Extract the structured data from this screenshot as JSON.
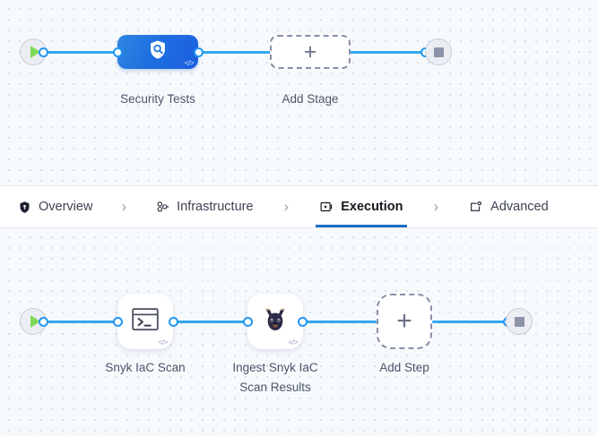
{
  "theme": {
    "canvas_bg": "#f7fafd",
    "grid_dot": "#d3dbe5",
    "wire": "#33a7f0",
    "port_ring": "#2196f3",
    "stage_gradient_from": "#2f86e0",
    "stage_gradient_to": "#1c5fe0",
    "active_tab_underline": "#1a6fc4",
    "label_text": "#4a5568",
    "dashed_border": "#8a8fa8",
    "start_icon": "#7ed957",
    "stop_icon": "#8d93a8"
  },
  "stage_row": {
    "start_node": {
      "icon": "play-icon",
      "label": ""
    },
    "stage": {
      "label": "Security Tests",
      "icon": "shield-search-icon",
      "code_badge": "</>"
    },
    "add_stage": {
      "label": "Add Stage",
      "icon": "plus-icon",
      "plus": "+"
    },
    "end_node": {
      "icon": "stop-icon",
      "label": ""
    }
  },
  "tab_bar": {
    "tabs": [
      {
        "label": "Overview",
        "icon": "shield-icon",
        "active": false
      },
      {
        "label": "Infrastructure",
        "icon": "cluster-icon",
        "active": false
      },
      {
        "label": "Execution",
        "icon": "play-window-icon",
        "active": true
      },
      {
        "label": "Advanced",
        "icon": "window-gear-icon",
        "active": false
      }
    ],
    "separator": "›"
  },
  "step_row": {
    "start_node": {
      "icon": "play-icon",
      "label": ""
    },
    "steps": [
      {
        "label": "Snyk IaC Scan",
        "icon": "terminal-icon",
        "code_badge": "</>"
      },
      {
        "label": "Ingest Snyk IaC\nScan Results",
        "icon": "snyk-dog-icon",
        "code_badge": "</>"
      }
    ],
    "add_step": {
      "label": "Add Step",
      "icon": "plus-icon",
      "plus": "+"
    },
    "end_node": {
      "icon": "stop-icon",
      "label": ""
    }
  }
}
